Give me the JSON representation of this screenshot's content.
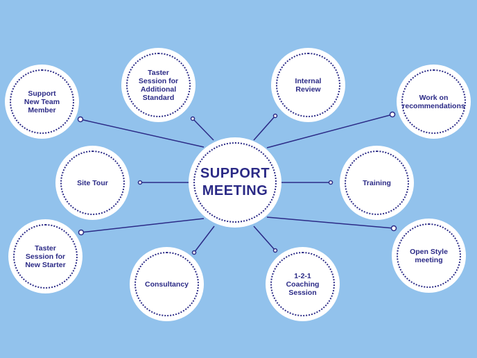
{
  "center": {
    "label": "SUPPORT\nMEETING"
  },
  "nodes": [
    {
      "id": "support-new-team-member",
      "label": "Support\nNew Team\nMember"
    },
    {
      "id": "taster-session-additional-standard",
      "label": "Taster\nSession for\nAdditional\nStandard"
    },
    {
      "id": "internal-review",
      "label": "Internal\nReview"
    },
    {
      "id": "work-on-recommendations",
      "label": "Work on\nrecommendations"
    },
    {
      "id": "site-tour",
      "label": "Site Tour"
    },
    {
      "id": "training",
      "label": "Training"
    },
    {
      "id": "taster-session-new-starter",
      "label": "Taster\nSession for\nNew Starter"
    },
    {
      "id": "consultancy",
      "label": "Consultancy"
    },
    {
      "id": "coaching-session",
      "label": "1-2-1\nCoaching\nSession"
    },
    {
      "id": "open-style-meeting",
      "label": "Open Style\nmeeting"
    }
  ],
  "colors": {
    "background": "#92c2ec",
    "accent": "#2b2a86",
    "bubble": "#ffffff"
  }
}
